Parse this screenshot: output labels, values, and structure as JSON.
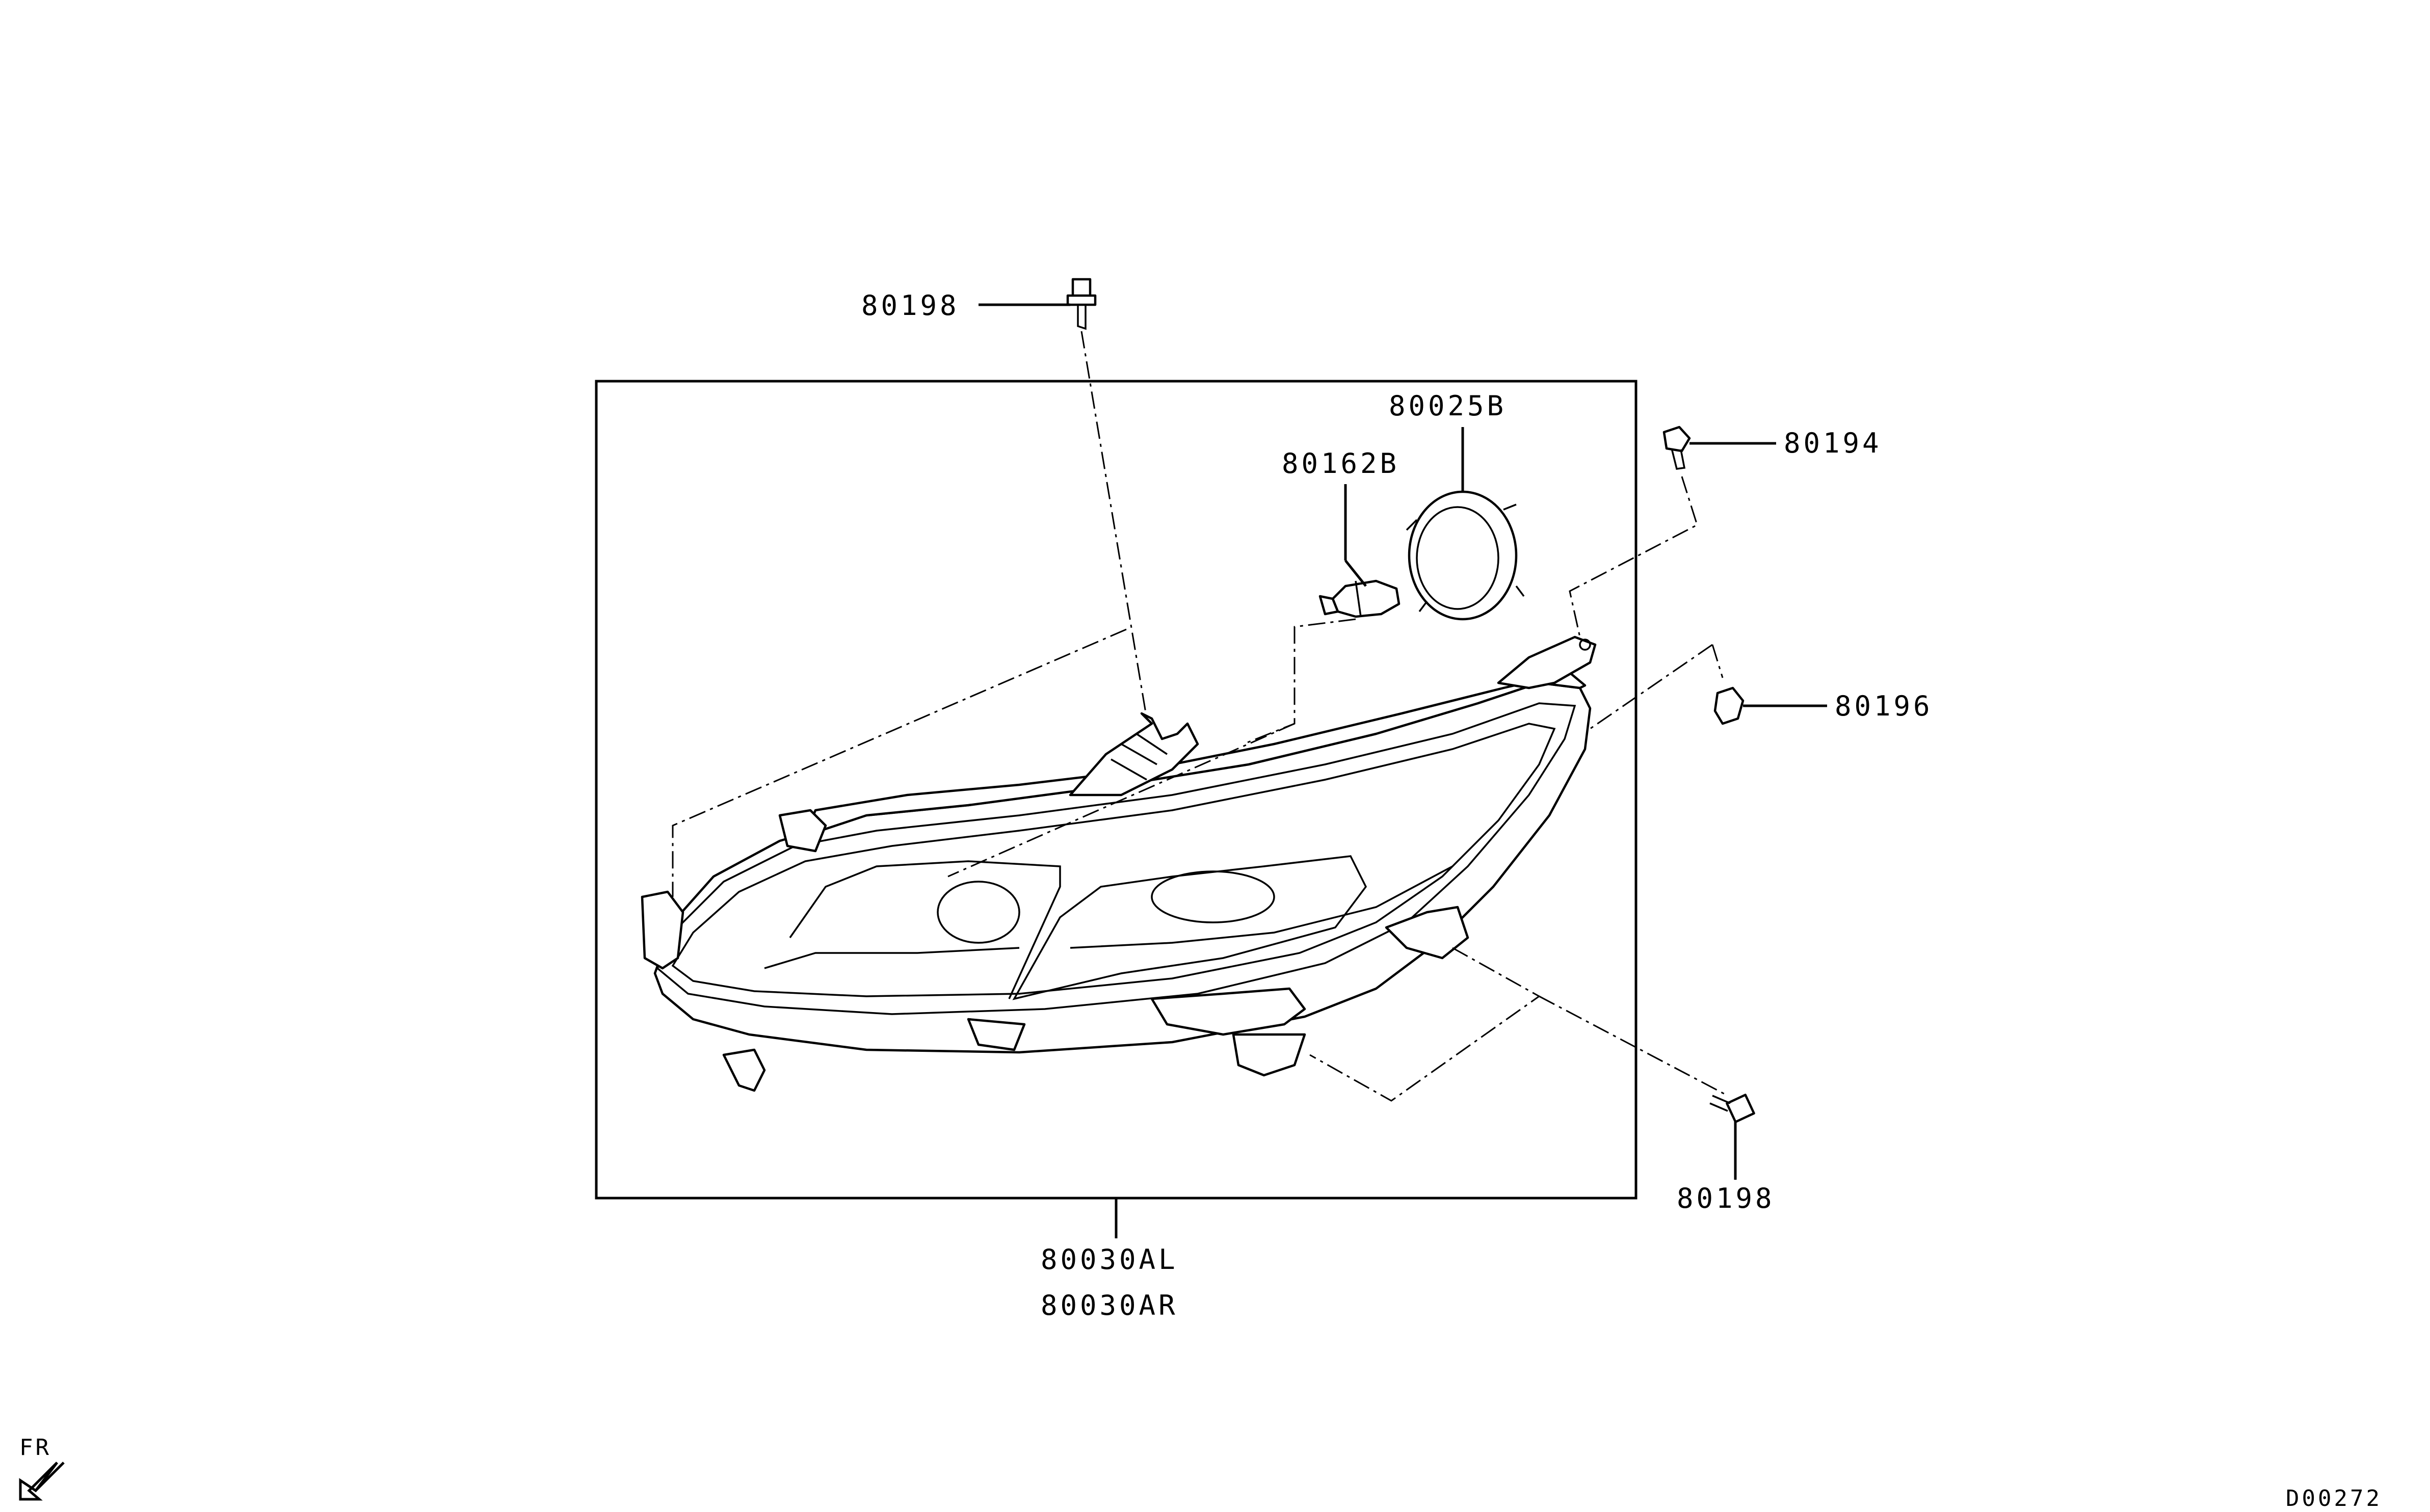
{
  "diagram": {
    "part_labels": {
      "bolt_top": "80198",
      "bulb_socket_cover": "80025B",
      "bulb": "80162B",
      "screw_right_upper": "80194",
      "clip_right": "80196",
      "bolt_bottom": "80198",
      "headlamp_left": "80030AL",
      "headlamp_right": "80030AR"
    },
    "direction_indicator": "FR",
    "drawing_code": "D00272"
  }
}
